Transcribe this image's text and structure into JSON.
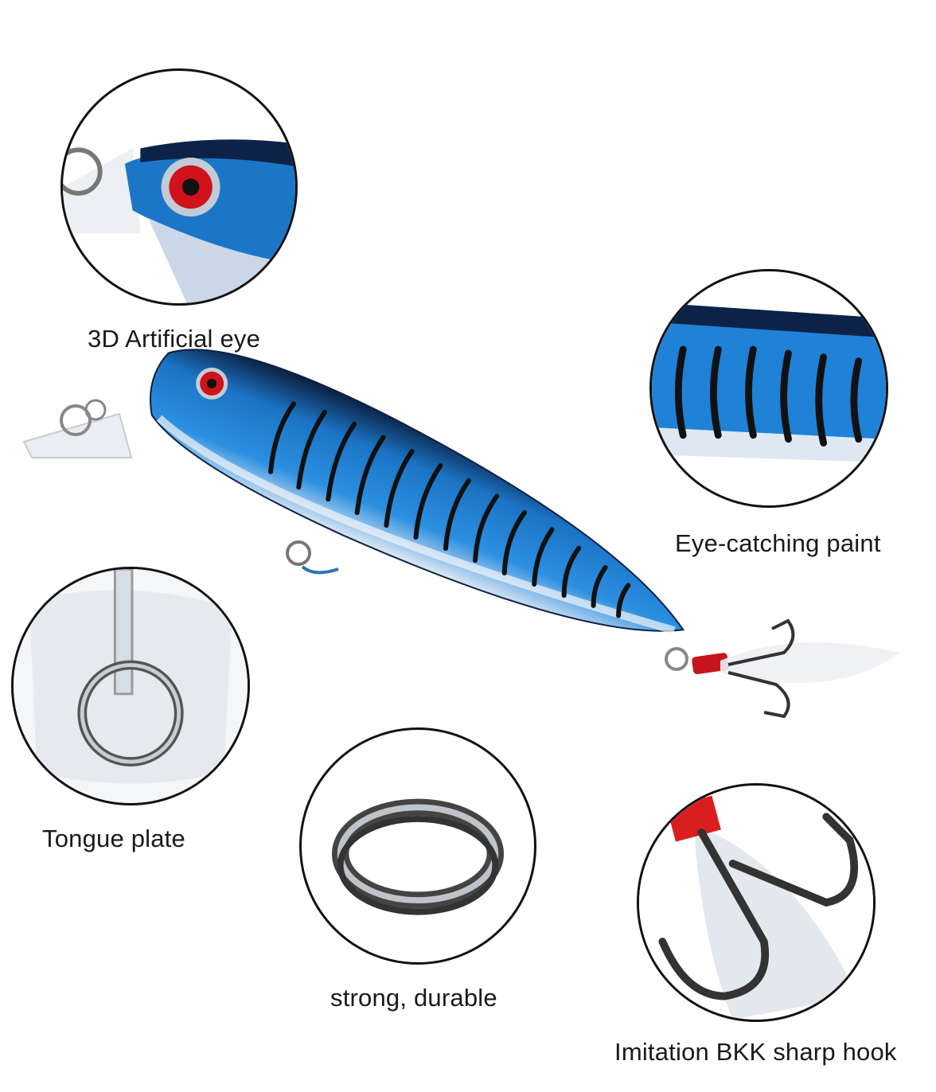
{
  "captions": {
    "eye": "3D Artificial eye",
    "paint": "Eye-catching paint",
    "tongue": "Tongue plate",
    "ring": "strong, durable",
    "hook": "Imitation BKK sharp hook"
  },
  "colors": {
    "lure_blue": "#1f7fd0",
    "lure_dark": "#0a2a52",
    "eye_red": "#d0121a",
    "stripe": "#111111",
    "belly": "#e8eef5",
    "thread_red": "#d81e1e"
  }
}
